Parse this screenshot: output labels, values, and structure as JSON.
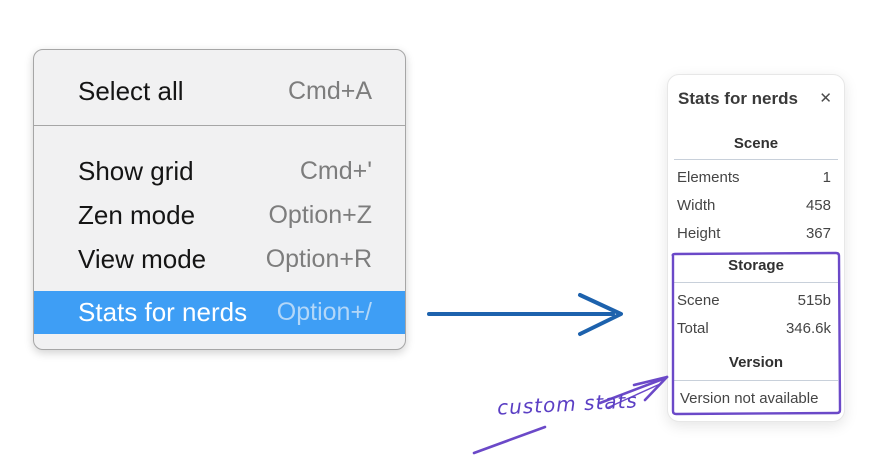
{
  "context_menu": {
    "highlight_color": "#3e9ef5",
    "items": [
      {
        "label": "Select all",
        "shortcut": "Cmd+A",
        "highlighted": false
      },
      {
        "label": "Show grid",
        "shortcut": "Cmd+'",
        "highlighted": false
      },
      {
        "label": "Zen mode",
        "shortcut": "Option+Z",
        "highlighted": false
      },
      {
        "label": "View mode",
        "shortcut": "Option+R",
        "highlighted": false
      },
      {
        "label": "Stats for nerds",
        "shortcut": "Option+/",
        "highlighted": true
      }
    ]
  },
  "stats_panel": {
    "title": "Stats for nerds",
    "close_icon": "✕",
    "sections": [
      {
        "heading": "Scene",
        "rows": [
          {
            "label": "Elements",
            "value": "1"
          },
          {
            "label": "Width",
            "value": "458"
          },
          {
            "label": "Height",
            "value": "367"
          }
        ]
      },
      {
        "heading": "Storage",
        "rows": [
          {
            "label": "Scene",
            "value": "515b"
          },
          {
            "label": "Total",
            "value": "346.6k"
          }
        ]
      },
      {
        "heading": "Version",
        "note": "Version not available"
      }
    ]
  },
  "annotations": {
    "custom_stats_label": "custom stats",
    "purple_color": "#6b49c8",
    "blue_arrow_color": "#1d62ad"
  }
}
